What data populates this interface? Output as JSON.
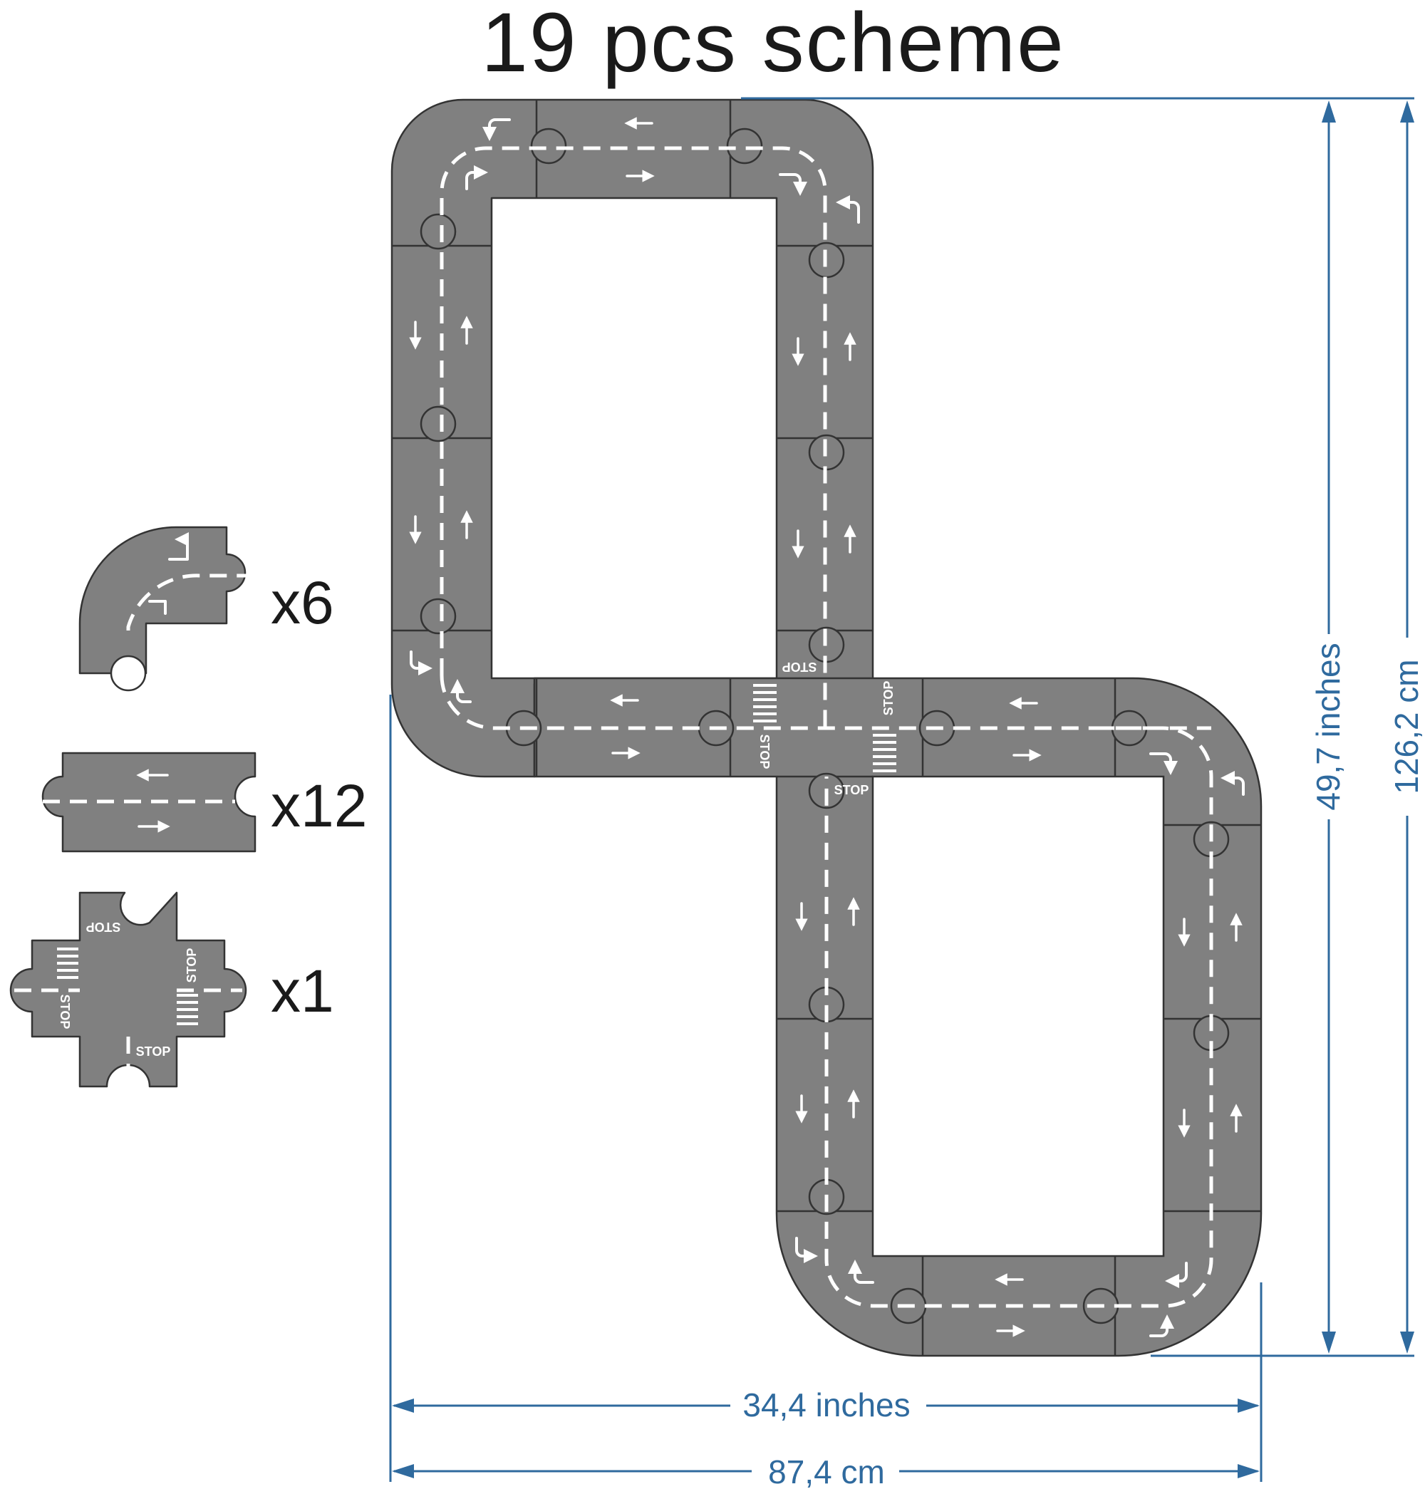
{
  "title": "19 pcs scheme",
  "pieces": [
    {
      "name": "curve",
      "count_label": "x6"
    },
    {
      "name": "straight",
      "count_label": "x12"
    },
    {
      "name": "crossroad",
      "count_label": "x1"
    }
  ],
  "road_marking": {
    "stop_label": "STOP"
  },
  "dimensions": {
    "width_inches": "34,4 inches",
    "width_cm": "87,4 cm",
    "height_inches": "49,7 inches",
    "height_cm": "126,2 cm"
  },
  "colors": {
    "road": "#808080",
    "outline": "#333333",
    "marking": "#ffffff",
    "dimension": "#2f6a9e"
  }
}
